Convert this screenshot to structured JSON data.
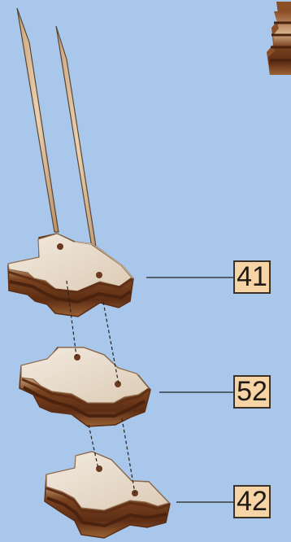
{
  "diagram": {
    "part_labels": [
      "41",
      "52",
      "42"
    ],
    "colors": {
      "background": "#a8c7ea",
      "wood_top": "#e7dccb",
      "wood_edge": "#6d3c1b",
      "wood_mid": "#9b6233",
      "stick": "#d8b892",
      "stick_outline": "#5a4632",
      "leader_line": "#222222",
      "label_fill": "#f7d4a6",
      "label_border": "#3a3128"
    }
  }
}
